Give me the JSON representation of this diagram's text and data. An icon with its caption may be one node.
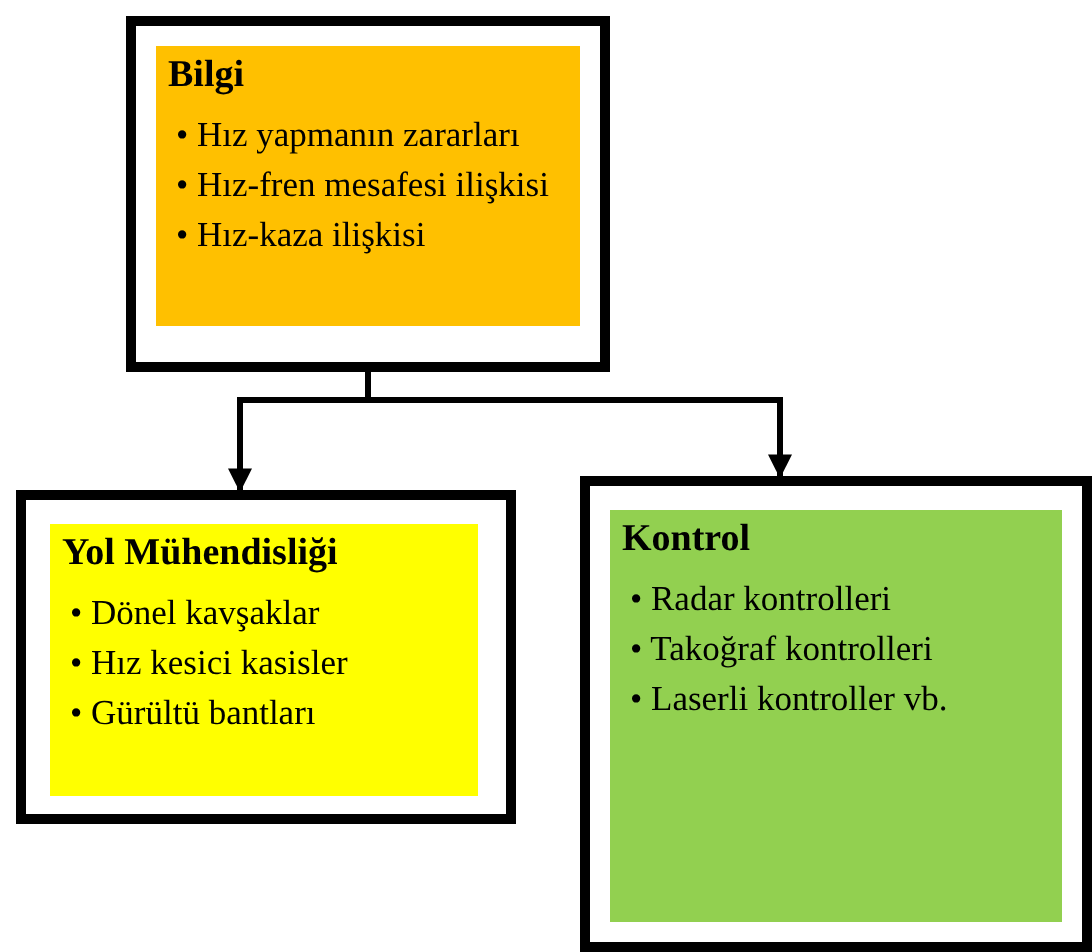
{
  "diagram": {
    "nodes": [
      {
        "text": [
          "Bilgi",
          "• Hız yapmanın zararları",
          "• Hız-fren mesafesi ilişkisi",
          "• Hız-kaza ilişkisi"
        ]
      },
      {
        "text": [
          "Yol Mühendisliği",
          "• Dönel kavşaklar",
          "• Hız kesici kasisler",
          "• Gürültü bantları"
        ]
      },
      {
        "text": [
          "Kontrol",
          "• Radar kontrolleri",
          "• Takoğraf kontrolleri",
          "• Laserli kontroller vb."
        ]
      }
    ],
    "edges": [
      {
        "from": 0,
        "to": 1,
        "arrow": "to"
      },
      {
        "from": 0,
        "to": 2,
        "arrow": "to"
      }
    ]
  }
}
